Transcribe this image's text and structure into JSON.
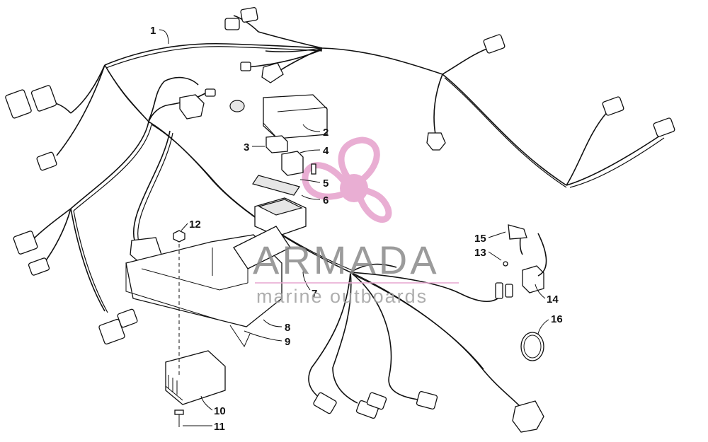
{
  "watermark": {
    "brand": "ARMADA",
    "tagline": "marine outboards",
    "logo_icon": "propeller-logo-icon",
    "logo_color": "#e7a6cf"
  },
  "callouts": [
    "1",
    "2",
    "3",
    "4",
    "5",
    "6",
    "7",
    "8",
    "9",
    "10",
    "11",
    "12",
    "13",
    "14",
    "15",
    "16"
  ]
}
